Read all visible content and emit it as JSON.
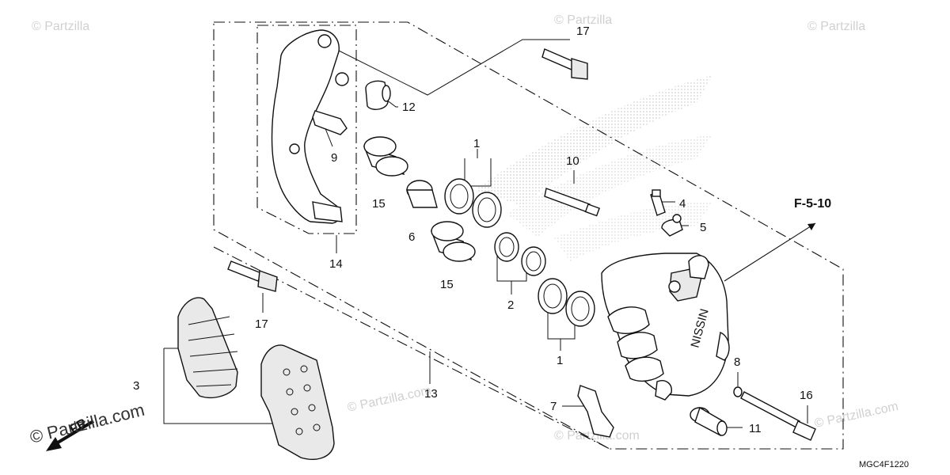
{
  "diagram": {
    "callouts": {
      "c1_top": "1",
      "c1_bottom": "1",
      "c2": "2",
      "c3": "3",
      "c4": "4",
      "c5": "5",
      "c6": "6",
      "c7": "7",
      "c8": "8",
      "c9": "9",
      "c10": "10",
      "c11": "11",
      "c12": "12",
      "c13": "13",
      "c14": "14",
      "c15_top": "15",
      "c15_bottom": "15",
      "c16": "16",
      "c17_top": "17",
      "c17_left": "17"
    },
    "reference": "F-5-10",
    "figure_code": "MGC4F1220",
    "front_marker": "FR.",
    "caliper_brand": "NISSIN",
    "watermark": "© Partzilla.com",
    "watermark_short": "© Partzilla"
  }
}
